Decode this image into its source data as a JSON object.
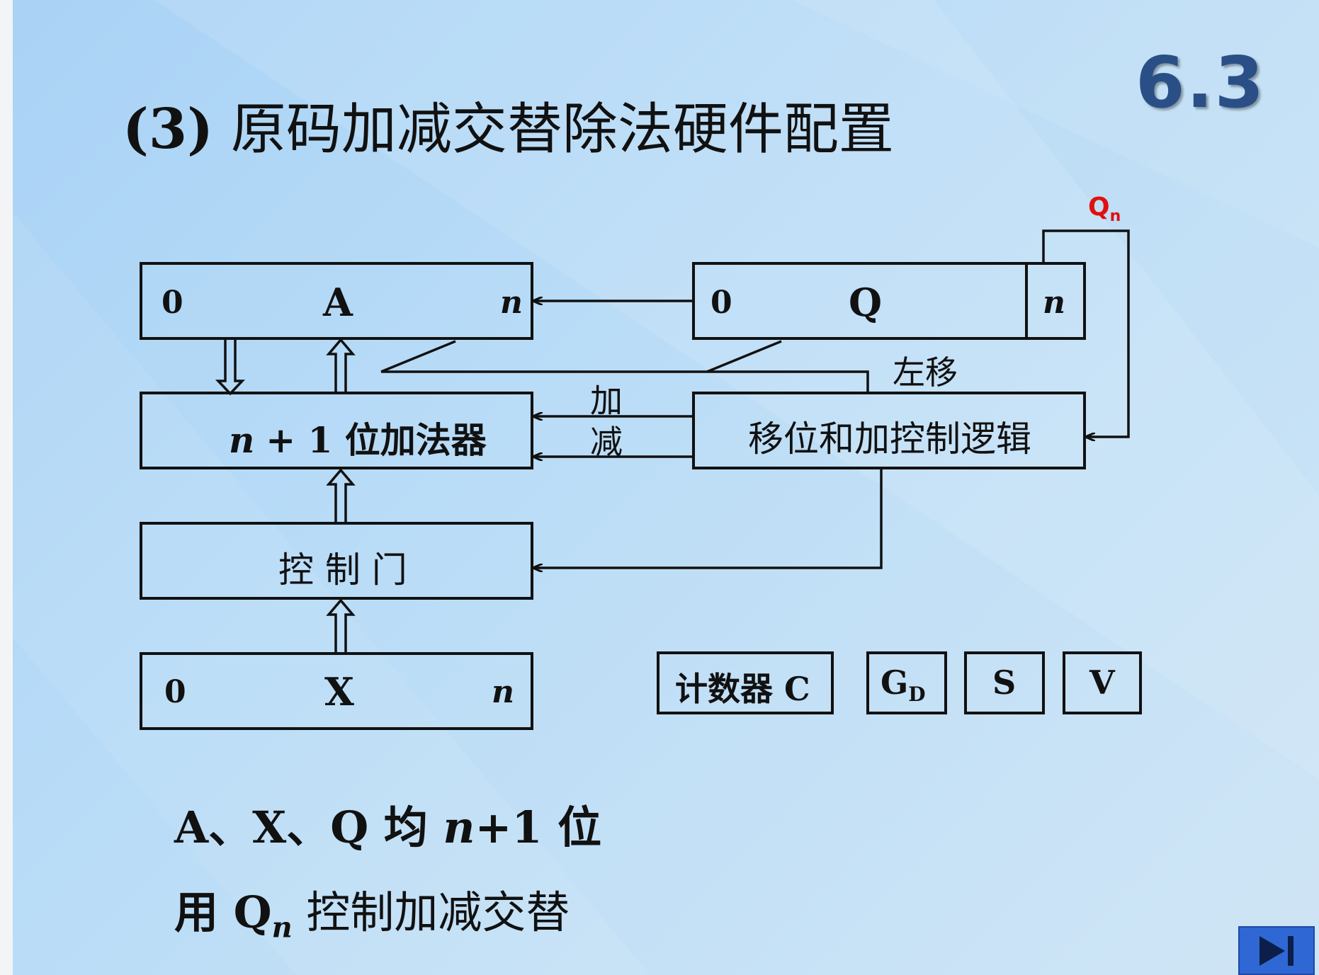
{
  "slide": {
    "number": "6.3",
    "title_num": "(3)",
    "title_text": "原码加减交替除法硬件配置"
  },
  "diagram": {
    "reg_a": {
      "left": "0",
      "name": "A",
      "right": "n"
    },
    "reg_q": {
      "left": "0",
      "name": "Q",
      "right": "n"
    },
    "reg_x": {
      "left": "0",
      "name": "X",
      "right": "n"
    },
    "adder": {
      "n": "n",
      "rest": "+ 1 位加法器"
    },
    "control_gate": "控 制 门",
    "control_logic": "移位和加控制逻辑",
    "shift_left": "左移",
    "add_char": "加",
    "sub_char": "减",
    "qn_main": "Q",
    "qn_sub": "n",
    "counter": "计数器 C",
    "gd_main": "G",
    "gd_sub": "D",
    "s": "S",
    "v": "V"
  },
  "notes": {
    "line1_prefix": "A、X、Q 均 ",
    "line1_n": "n",
    "line1_suffix": "+1 位",
    "line2_prefix": "用 Q",
    "line2_sub": "n",
    "line2_suffix": " 控制加减交替"
  },
  "colors": {
    "qn_label": "#e01010",
    "slide_number": "#2a4f86",
    "nav_button": "#2f68d4"
  },
  "nav": {
    "icon": "next-end-icon"
  }
}
